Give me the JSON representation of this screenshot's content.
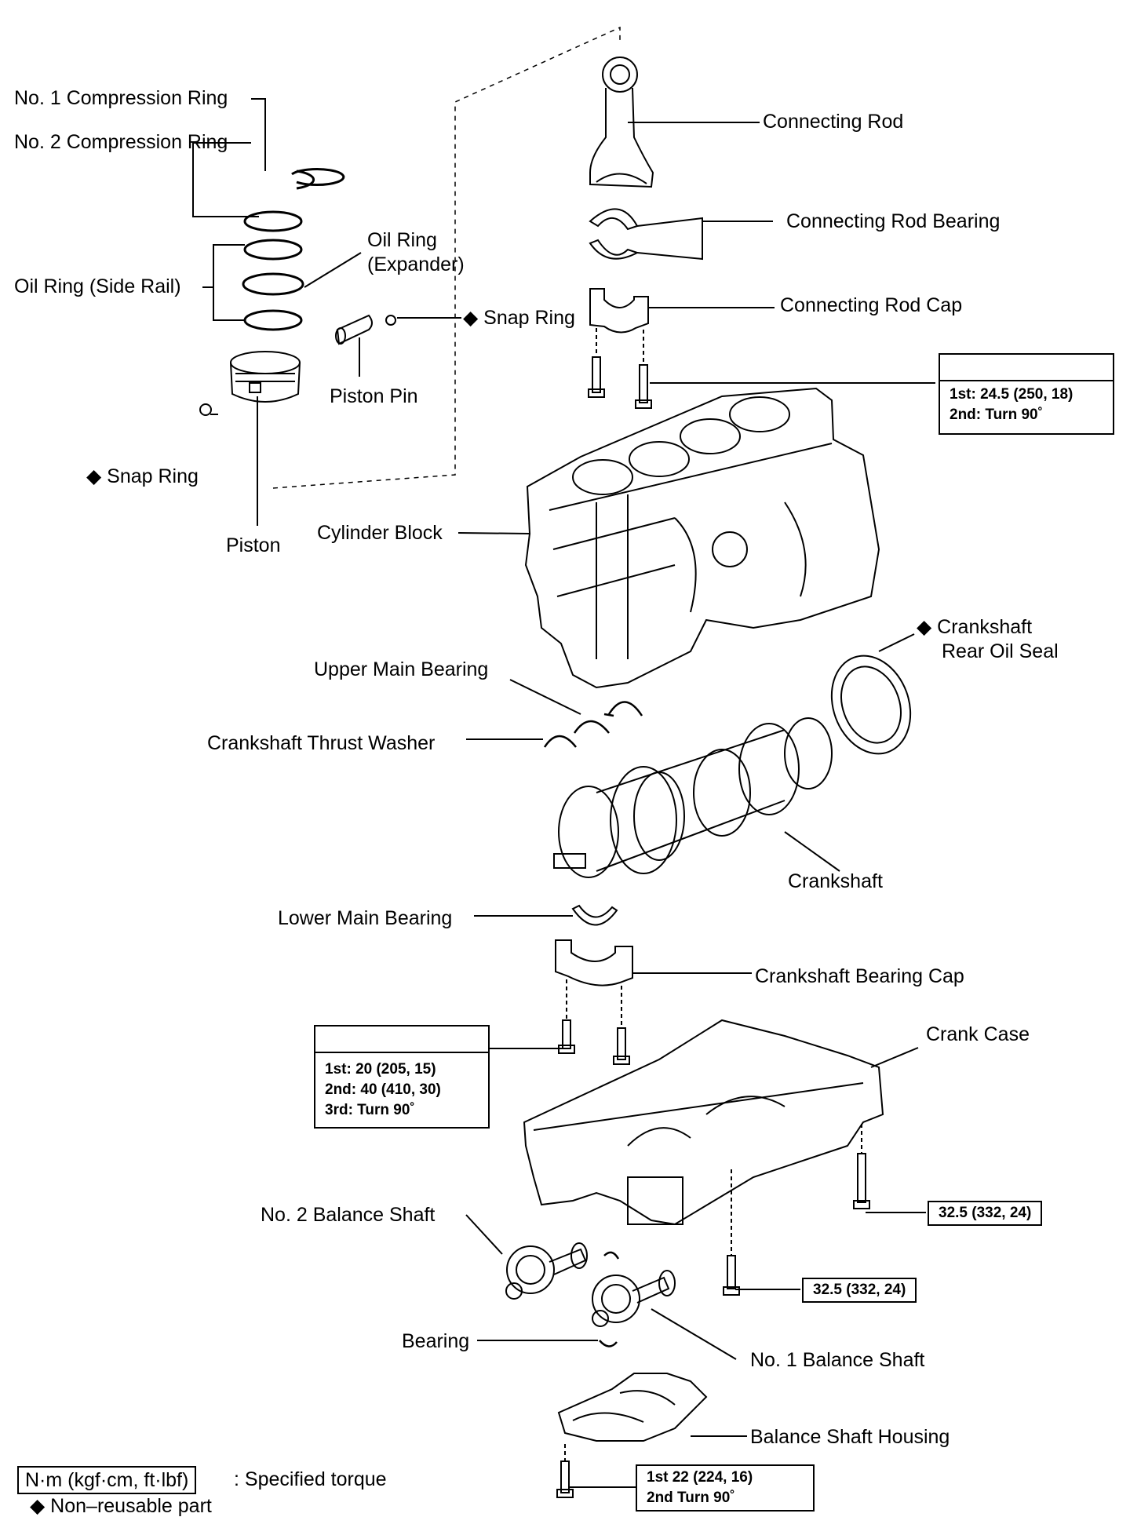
{
  "labels": {
    "no1_compression_ring": "No. 1 Compression Ring",
    "no2_compression_ring": "No. 2 Compression Ring",
    "oil_ring_side_rail": "Oil Ring (Side Rail)",
    "oil_ring_expander_1": "Oil Ring",
    "oil_ring_expander_2": "(Expander)",
    "snap_ring_right": "◆ Snap Ring",
    "snap_ring_left": "◆ Snap Ring",
    "piston_pin": "Piston Pin",
    "piston": "Piston",
    "connecting_rod": "Connecting Rod",
    "connecting_rod_bearing": "Connecting Rod Bearing",
    "connecting_rod_cap": "Connecting Rod Cap",
    "cylinder_block": "Cylinder Block",
    "crankshaft_rear_oil_seal_1": "◆ Crankshaft",
    "crankshaft_rear_oil_seal_2": "Rear Oil Seal",
    "upper_main_bearing": "Upper Main Bearing",
    "crankshaft_thrust_washer": "Crankshaft Thrust Washer",
    "crankshaft": "Crankshaft",
    "lower_main_bearing": "Lower Main Bearing",
    "crankshaft_bearing_cap": "Crankshaft Bearing Cap",
    "crank_case": "Crank Case",
    "no2_balance_shaft": "No. 2 Balance Shaft",
    "bearing": "Bearing",
    "no1_balance_shaft": "No. 1 Balance Shaft",
    "balance_shaft_housing": "Balance Shaft Housing"
  },
  "torque": {
    "conrod_bolt": {
      "line1": "1st: 24.5 (250, 18)",
      "line2": "2nd: Turn 90˚"
    },
    "bearing_cap_bolt": {
      "line1": "1st: 20 (205, 15)",
      "line2": "2nd: 40 (410, 30)",
      "line3": "3rd: Turn 90˚"
    },
    "crank_case_bolt_1": "32.5 (332, 24)",
    "crank_case_bolt_2": "32.5 (332, 24)",
    "balance_housing_bolt": {
      "line1": "1st 22 (224, 16)",
      "line2": "2nd Turn 90˚"
    }
  },
  "legend": {
    "torque_unit": "N·m (kgf·cm, ft·lbf)",
    "torque_desc": ": Specified torque",
    "non_reusable": "◆ Non–reusable part"
  }
}
